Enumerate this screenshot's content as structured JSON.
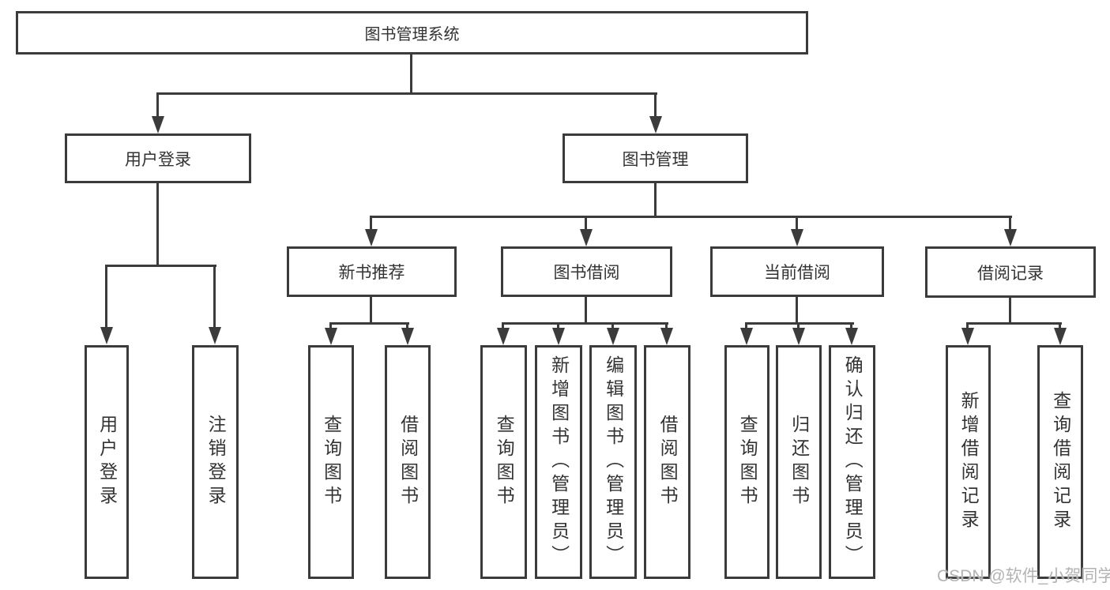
{
  "diagram": {
    "root": "图书管理系统",
    "level2": [
      "用户登录",
      "图书管理"
    ],
    "level3": [
      "新书推荐",
      "图书借阅",
      "当前借阅",
      "借阅记录"
    ],
    "leaves": {
      "login": [
        "用户登录",
        "注销登录"
      ],
      "recommend": [
        "查询图书",
        "借阅图书"
      ],
      "borrow": [
        "查询图书",
        "新增图书（管理员）",
        "编辑图书（管理员）",
        "借阅图书"
      ],
      "current": [
        "查询图书",
        "归还图书",
        "确认归还（管理员）"
      ],
      "record": [
        "新增借阅记录",
        "查询借阅记录"
      ]
    }
  },
  "watermark": "CSDN @软件_小贺同学",
  "colors": {
    "line": "#3b3b3b",
    "text": "#333333",
    "background": "#ffffff",
    "watermark": "#b3b3b3"
  }
}
